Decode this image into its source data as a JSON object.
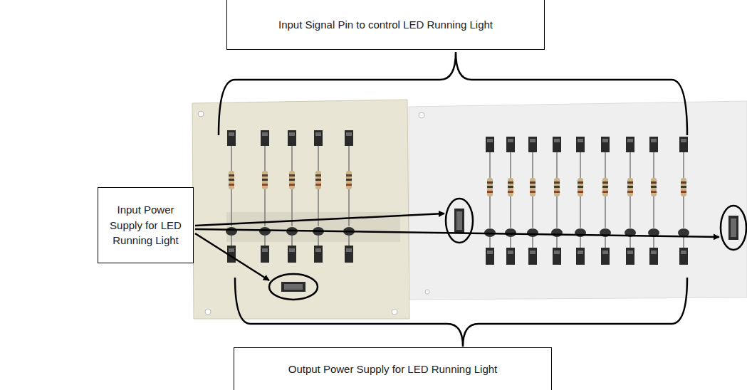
{
  "diagram": {
    "nodes": [
      {
        "text": [
          "Input Signal Pin to control LED Running Light"
        ]
      },
      {
        "text": [
          "Input Power Supply for LED Running Light"
        ]
      },
      {
        "text": [
          "Output Power Supply for LED Running Light"
        ]
      }
    ]
  }
}
